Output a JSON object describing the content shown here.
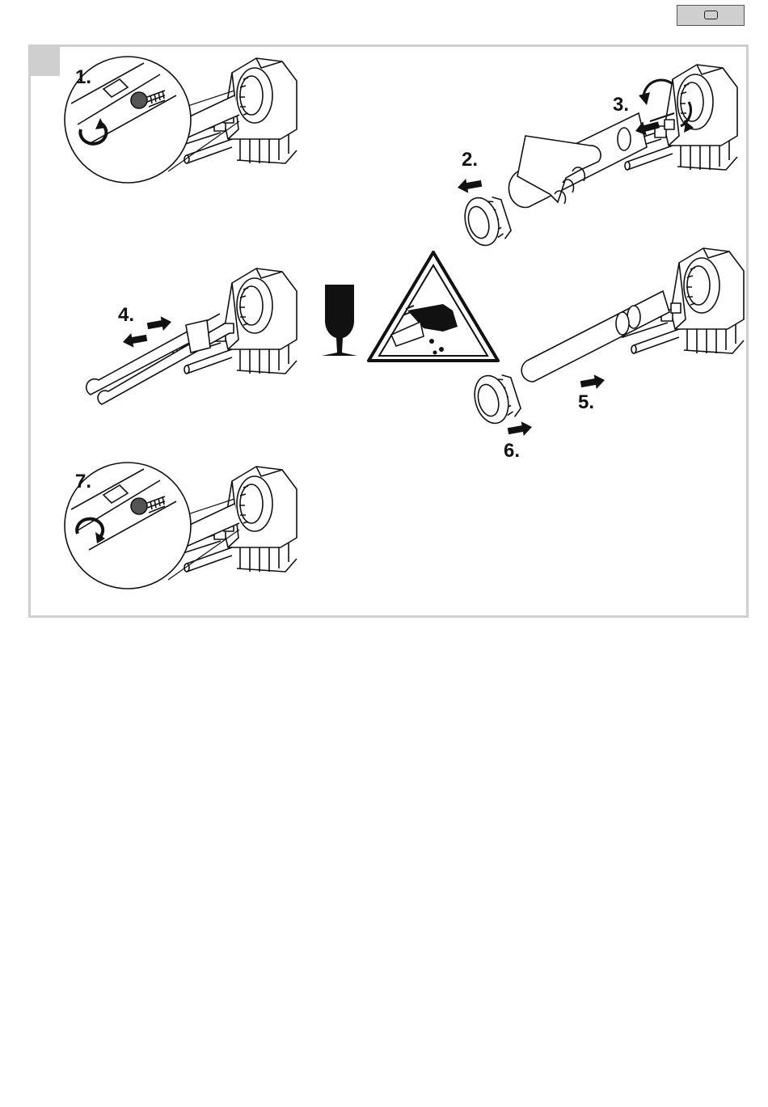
{
  "steps": {
    "s1": "1.",
    "s2": "2.",
    "s3": "3.",
    "s4": "4.",
    "s5": "5.",
    "s6": "6.",
    "s7": "7."
  },
  "icons": {
    "tab": "display-icon",
    "fragile": "fragile-glass-icon",
    "warning": "cut-hazard-warning-icon"
  },
  "colors": {
    "frame": "#cfcfcf",
    "ink": "#111111"
  }
}
